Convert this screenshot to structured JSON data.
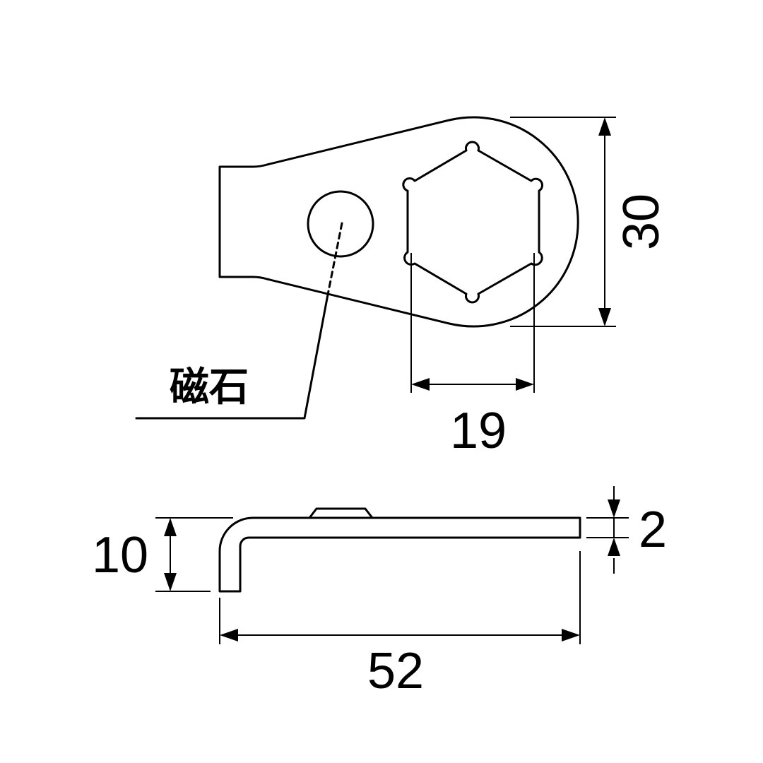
{
  "top_view": {
    "magnet_label": "磁石",
    "hex_size_label": "19",
    "outer_size_label": "30"
  },
  "side_view": {
    "height_label": "10",
    "thickness_label": "2",
    "length_label": "52"
  },
  "colors": {
    "line": "#000000",
    "background": "#ffffff"
  }
}
